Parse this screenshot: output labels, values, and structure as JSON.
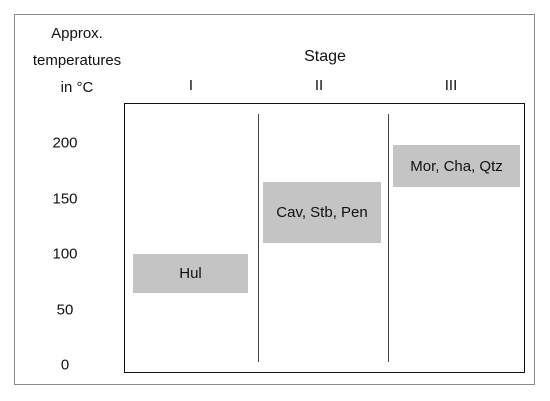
{
  "y_axis": {
    "label_lines": [
      "Approx.",
      "temperatures",
      "in °C"
    ],
    "ticks": [
      200,
      150,
      100,
      50,
      0
    ]
  },
  "header": {
    "title": "Stage",
    "stages": [
      "I",
      "II",
      "III"
    ]
  },
  "mineral_zones": [
    {
      "stage": "I",
      "label": "Hul",
      "temp_min": 65,
      "temp_max": 100
    },
    {
      "stage": "II",
      "label": "Cav, Stb, Pen",
      "temp_min": 110,
      "temp_max": 165
    },
    {
      "stage": "III",
      "label": "Mor, Cha, Qtz",
      "temp_min": 160,
      "temp_max": 198
    }
  ],
  "colors": {
    "zone_fill": "#c4c4c4",
    "frame": "#8a8a8a",
    "text": "#111111"
  }
}
